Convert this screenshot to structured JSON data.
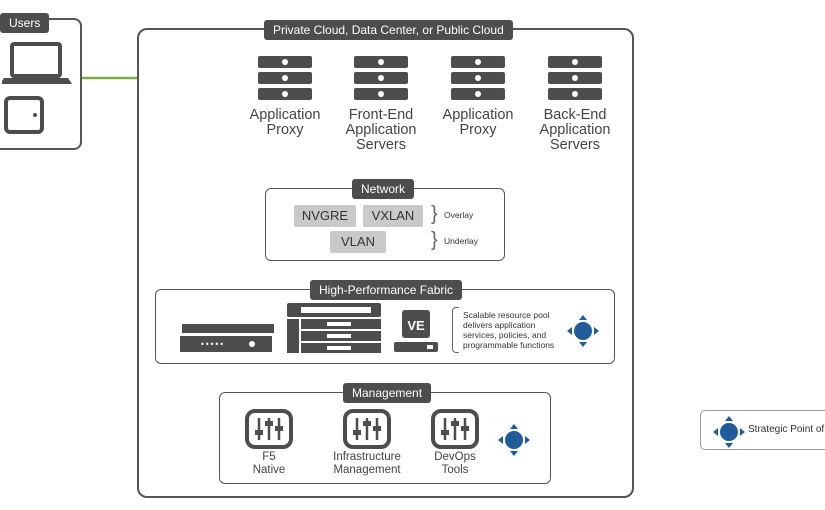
{
  "users": {
    "label": "Users"
  },
  "cloud": {
    "title": "Private Cloud, Data Center, or Public Cloud"
  },
  "servers": [
    {
      "label_lines": [
        "Application",
        "Proxy"
      ]
    },
    {
      "label_lines": [
        "Front-End",
        "Application",
        "Servers"
      ]
    },
    {
      "label_lines": [
        "Application",
        "Proxy"
      ]
    },
    {
      "label_lines": [
        "Back-End",
        "Application",
        "Servers"
      ]
    }
  ],
  "network": {
    "title": "Network",
    "nvgre": "NVGRE",
    "vxlan": "VXLAN",
    "vlan": "VLAN",
    "overlay": "Overlay",
    "underlay": "Underlay"
  },
  "fabric": {
    "title": "High-Performance Fabric",
    "ve_label": "VE",
    "description_lines": [
      "Scalable resource pool",
      "delivers application",
      "services, policies, and",
      "programmable functions"
    ]
  },
  "management": {
    "title": "Management",
    "items": [
      {
        "label_lines": [
          "F5",
          "Native"
        ]
      },
      {
        "label_lines": [
          "Infrastructure",
          "Management"
        ]
      },
      {
        "label_lines": [
          "DevOps",
          "Tools"
        ]
      }
    ]
  },
  "legend": {
    "label": "Strategic Point of"
  },
  "colors": {
    "link_green": "#7aae45",
    "dark_gray": "#4d4d4d",
    "accent_blue": "#1f5c99",
    "pill_gray": "#c9c9c9"
  },
  "icons": [
    "laptop-icon",
    "tablet-icon",
    "server-rack-icon",
    "appliance-icon",
    "chassis-icon",
    "ve-icon",
    "mixer-icon",
    "strategic-point-icon"
  ]
}
